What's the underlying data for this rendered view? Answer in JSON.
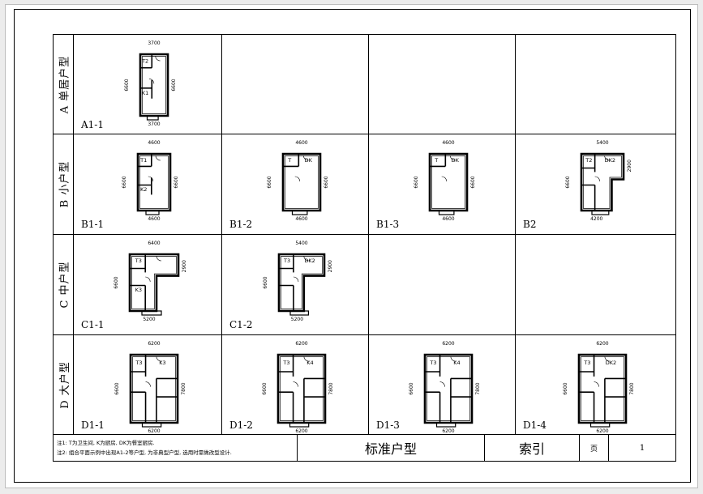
{
  "rows": [
    {
      "label": "A 单居户型",
      "cells": [
        {
          "code": "A1-1",
          "plan": "a1-1"
        },
        {
          "code": "",
          "plan": ""
        },
        {
          "code": "",
          "plan": ""
        },
        {
          "code": "",
          "plan": ""
        }
      ]
    },
    {
      "label": "B 小户型",
      "cells": [
        {
          "code": "B1-1",
          "plan": "b1-1"
        },
        {
          "code": "B1-2",
          "plan": "b1-2"
        },
        {
          "code": "B1-3",
          "plan": "b1-3"
        },
        {
          "code": "B2",
          "plan": "b2"
        }
      ]
    },
    {
      "label": "C 中户型",
      "cells": [
        {
          "code": "C1-1",
          "plan": "c1-1"
        },
        {
          "code": "C1-2",
          "plan": "c1-2"
        },
        {
          "code": "",
          "plan": ""
        },
        {
          "code": "",
          "plan": ""
        }
      ]
    },
    {
      "label": "D 大户型",
      "cells": [
        {
          "code": "D1-1",
          "plan": "d1-1"
        },
        {
          "code": "D1-2",
          "plan": "d1-2"
        },
        {
          "code": "D1-3",
          "plan": "d1-3"
        },
        {
          "code": "D1-4",
          "plan": "d1-4"
        }
      ]
    }
  ],
  "plans": {
    "a1-1": {
      "top": "3700",
      "bottom": "3700",
      "left": "6600",
      "right": "6600",
      "rooms": [
        "T2",
        "K1"
      ]
    },
    "b1-1": {
      "top": "4600",
      "bottom": "4600",
      "left": "6600",
      "right": "6600",
      "rooms": [
        "T1",
        "K2"
      ]
    },
    "b1-2": {
      "top": "4600",
      "bottom": "4600",
      "left": "6600",
      "right": "6600",
      "rooms": [
        "T",
        "DK"
      ]
    },
    "b1-3": {
      "top": "4600",
      "bottom": "4600",
      "left": "6600",
      "right": "6600",
      "rooms": [
        "T",
        "DK"
      ]
    },
    "b2": {
      "top": "5400",
      "bottom": "4200",
      "left": "6600",
      "right": "2900",
      "rooms": [
        "T2",
        "DK2"
      ]
    },
    "c1-1": {
      "top": "6400",
      "bottom": "5200",
      "left": "6600",
      "right": "2900",
      "rooms": [
        "T3",
        "K3"
      ]
    },
    "c1-2": {
      "top": "5400",
      "bottom": "5200",
      "left": "6600",
      "right": "2900",
      "rooms": [
        "T3",
        "DK2"
      ]
    },
    "d1-1": {
      "top": "6200",
      "bottom": "6200",
      "left": "6600",
      "right": "7800",
      "rooms": [
        "T3",
        "K3"
      ]
    },
    "d1-2": {
      "top": "6200",
      "bottom": "6200",
      "left": "6600",
      "right": "7800",
      "rooms": [
        "T3",
        "K4"
      ]
    },
    "d1-3": {
      "top": "6200",
      "bottom": "6200",
      "left": "6600",
      "right": "7800",
      "rooms": [
        "T3",
        "K4"
      ]
    },
    "d1-4": {
      "top": "6200",
      "bottom": "6200",
      "left": "6600",
      "right": "7800",
      "rooms": [
        "T3",
        "DK2"
      ]
    }
  },
  "notes": [
    "注1: T为卫生间, K为厨房, DK为餐室厨房.",
    "注2: 组合平面示例中出现A1-2等户型, 为非典型户型, 选用时需做改型设计."
  ],
  "title_block": {
    "title": "标准户型",
    "subtitle": "索引",
    "page_label": "页",
    "page_number": "1"
  }
}
